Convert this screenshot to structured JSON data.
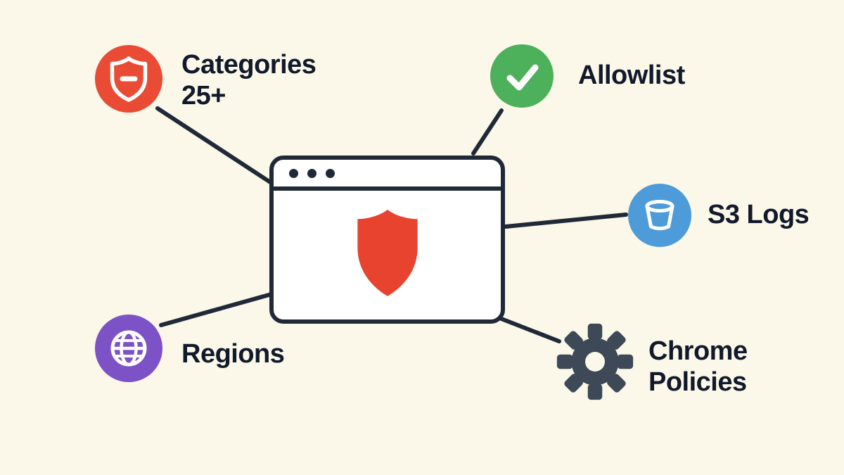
{
  "background_color": "#FBF7E9",
  "connector_color": "#1F2937",
  "text_color": "#111A2B",
  "center": {
    "name": "browser-window-with-shield",
    "shield_color": "#E7432E",
    "window_border_color": "#1F2937",
    "window_fill": "#FFFFFF"
  },
  "nodes": {
    "categories": {
      "label": "Categories",
      "sublabel": "25+",
      "icon": "shield-minus-icon",
      "badge_color": "#E94B35"
    },
    "allowlist": {
      "label": "Allowlist",
      "icon": "check-icon",
      "badge_color": "#4DB05B"
    },
    "s3_logs": {
      "label": "S3 Logs",
      "icon": "bucket-icon",
      "badge_color": "#4E9BD9"
    },
    "chrome_policies": {
      "label": "Chrome",
      "sublabel": "Policies",
      "icon": "gear-icon",
      "badge_color": "#3D4956"
    },
    "regions": {
      "label": "Regions",
      "icon": "globe-icon",
      "badge_color": "#7C52C6"
    }
  }
}
